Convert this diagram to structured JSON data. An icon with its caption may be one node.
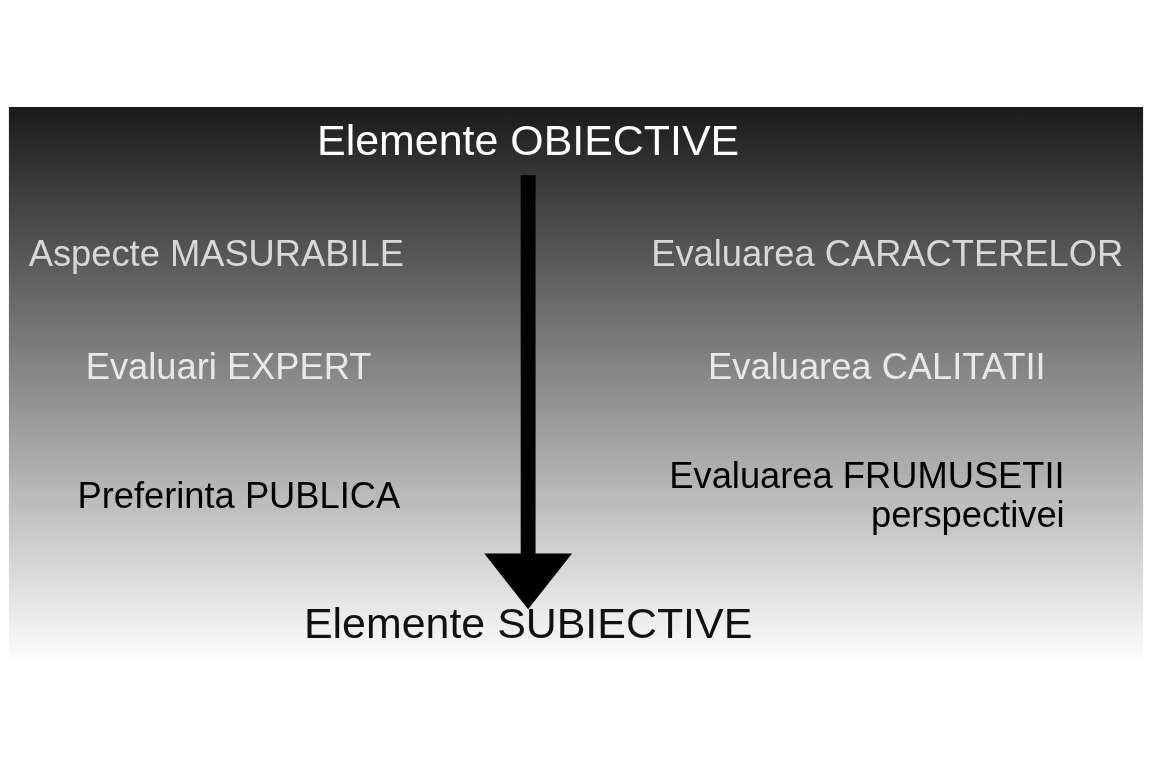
{
  "diagram": {
    "nodes": [
      {
        "text": [
          "Elemente OBIECTIVE"
        ]
      },
      {
        "text": [
          "Elemente SUBIECTIVE"
        ]
      }
    ],
    "edges": [
      {
        "from": 0,
        "to": 1,
        "arrow": "to"
      }
    ],
    "labels": [
      "Aspecte MASURABILE",
      "Evaluarea CARACTERELOR",
      "Evaluari EXPERT",
      "Evaluarea CALITATII",
      "Preferinta PUBLICA",
      "Evaluarea FRUMUSETII perspectivei"
    ]
  }
}
